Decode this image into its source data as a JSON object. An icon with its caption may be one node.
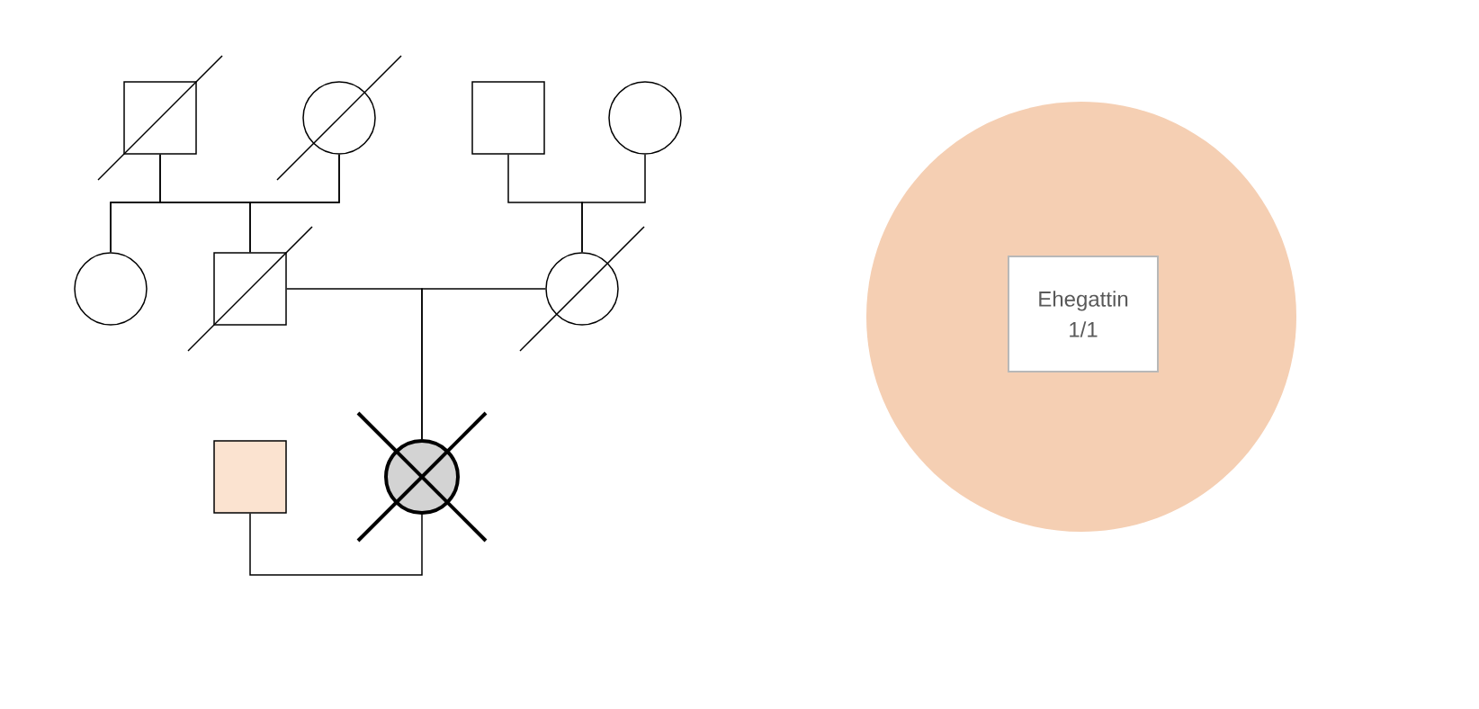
{
  "diagram": {
    "nodes": [
      {
        "text": [],
        "shape": "square"
      },
      {
        "text": [],
        "shape": "circle"
      },
      {
        "text": [],
        "shape": "square"
      },
      {
        "text": [],
        "shape": "circle"
      },
      {
        "text": [],
        "shape": "circle"
      },
      {
        "text": [],
        "shape": "square"
      },
      {
        "text": [],
        "shape": "circle"
      },
      {
        "text": [],
        "shape": "square"
      },
      {
        "text": [],
        "shape": "circle"
      },
      {
        "text": [],
        "shape": "circle"
      },
      {
        "text": [
          "Ehegattin 1/1"
        ],
        "in": 9
      }
    ],
    "edges": [
      {
        "from": 0,
        "to": 4,
        "arrow": "none"
      },
      {
        "from": 1,
        "to": 4,
        "arrow": "none"
      },
      {
        "from": 0,
        "to": 5,
        "arrow": "none"
      },
      {
        "from": 1,
        "to": 5,
        "arrow": "none"
      },
      {
        "from": 2,
        "to": 6,
        "arrow": "none"
      },
      {
        "from": 3,
        "to": 6,
        "arrow": "none"
      },
      {
        "from": 5,
        "to": 8,
        "arrow": "none"
      },
      {
        "from": 6,
        "to": 8,
        "arrow": "none"
      },
      {
        "from": 7,
        "to": 8,
        "arrow": "none"
      }
    ]
  }
}
